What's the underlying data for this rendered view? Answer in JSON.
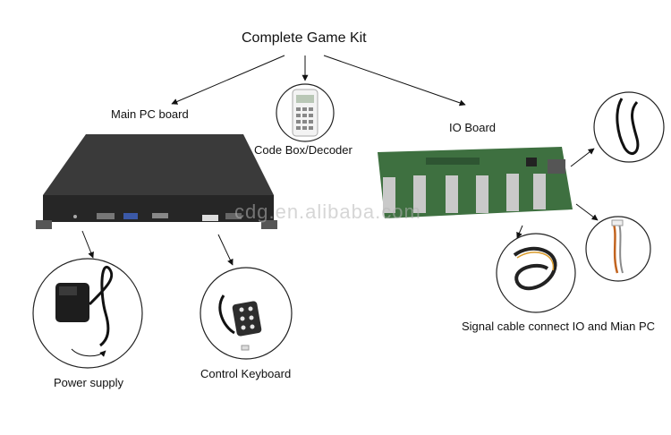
{
  "title": "Complete Game Kit",
  "labels": {
    "main_pc": "Main PC board",
    "code_box": "Code Box/Decoder",
    "io_board": "IO Board",
    "power": "Power supply",
    "keyboard": "Control Keyboard",
    "signal_cable": "Signal cable connect IO and Mian PC"
  },
  "watermark": "cdg.en.alibaba.com",
  "colors": {
    "pc_box": "#2a2a2a",
    "io_board": "#3c6e3a",
    "arrow": "#111111",
    "circle": "#222222"
  }
}
